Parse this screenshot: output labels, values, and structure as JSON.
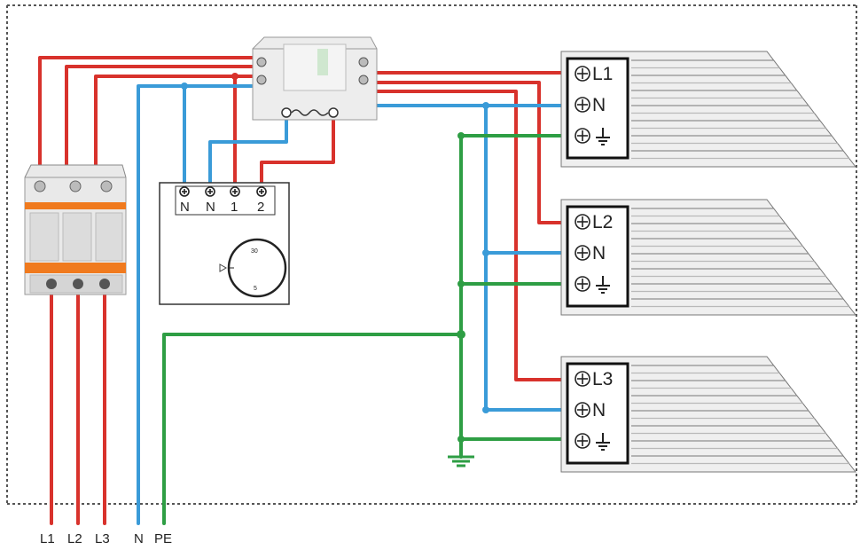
{
  "colors": {
    "phase": "#d8322c",
    "neutral": "#3a9bd8",
    "earth": "#2e9e44",
    "border": "#555555",
    "device_fill": "#e6e6e6",
    "breaker_band": "#f07a1e"
  },
  "supply_labels": [
    "L1",
    "L2",
    "L3",
    "N",
    "PE"
  ],
  "thermostat": {
    "terminals": [
      "N",
      "N",
      "1",
      "2"
    ],
    "dial_marks": [
      "30",
      "5"
    ]
  },
  "heaters": [
    {
      "terminals": [
        "L1",
        "N",
        "earth-icon"
      ]
    },
    {
      "terminals": [
        "L2",
        "N",
        "earth-icon"
      ]
    },
    {
      "terminals": [
        "L3",
        "N",
        "earth-icon"
      ]
    }
  ],
  "icons": {
    "terminal": "screw-terminal-icon",
    "earth": "earth-ground-icon"
  }
}
